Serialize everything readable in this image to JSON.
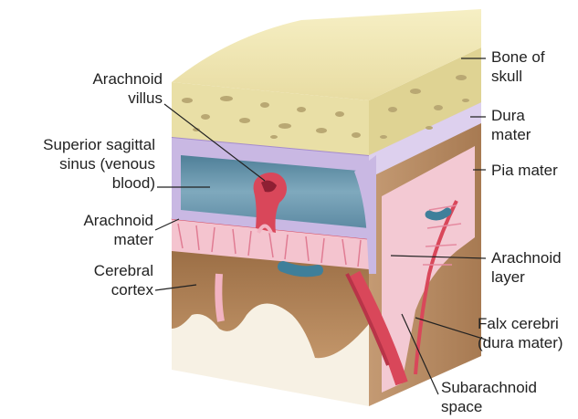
{
  "labels": {
    "arachnoid_villus": "Arachnoid\nvillus",
    "superior_sagittal_sinus": "Superior sagittal\nsinus (venous\nblood)",
    "arachnoid_mater": "Arachnoid\nmater",
    "cerebral_cortex": "Cerebral\ncortex",
    "bone_of_skull": "Bone of\nskull",
    "dura_mater": "Dura\nmater",
    "pia_mater": "Pia mater",
    "arachnoid_layer": "Arachnoid\nlayer",
    "falx_cerebri": "Falx cerebri\n(dura mater)",
    "subarachnoid_space": "Subarachnoid\nspace"
  },
  "colors": {
    "bone": "#e9dfa6",
    "bone_pores": "#b9a873",
    "dura": "#c9b8e3",
    "sinus": "#6f9cb3",
    "arachnoid_red": "#d9475a",
    "pia_pink": "#f2b3c2",
    "cortex": "#b5865a",
    "white_matter": "#f7f1e4",
    "leader_line": "#222222"
  }
}
